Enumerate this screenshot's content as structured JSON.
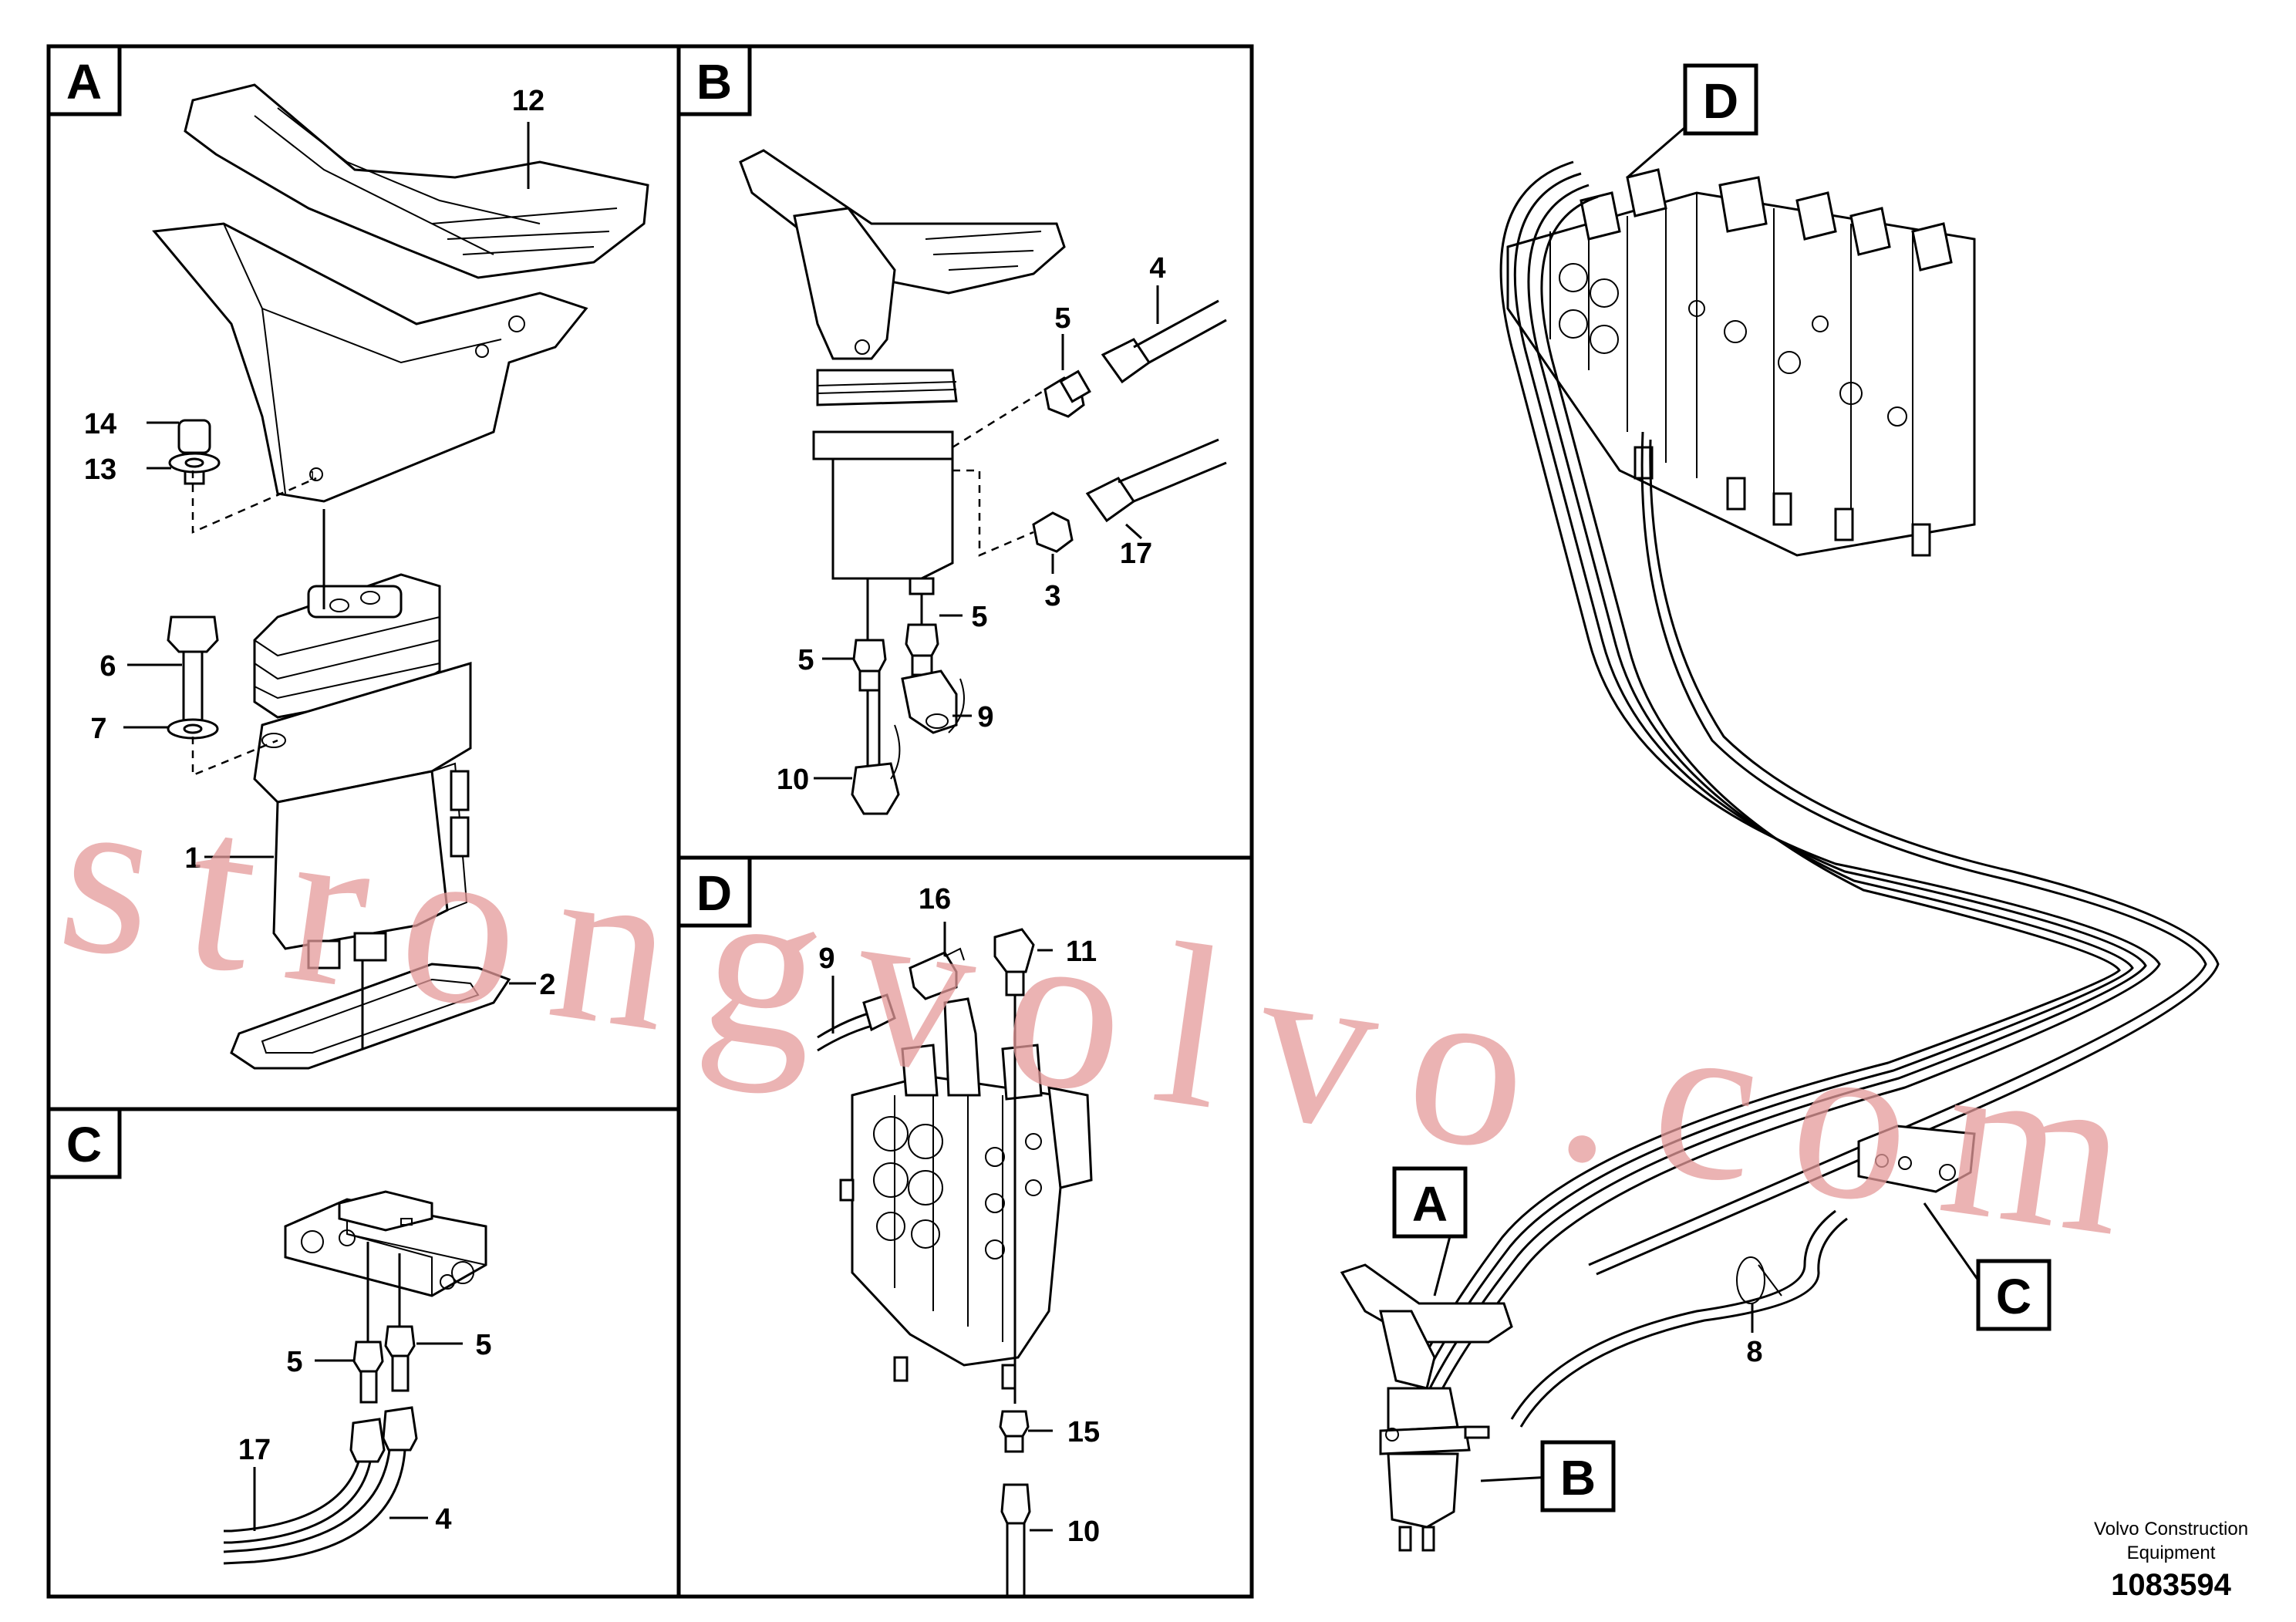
{
  "panels": {
    "a": {
      "tag": "A",
      "callouts": {
        "n12": "12",
        "n14": "14",
        "n13": "13",
        "n6": "6",
        "n7": "7",
        "n1": "1",
        "n2": "2"
      }
    },
    "b": {
      "tag": "B",
      "callouts": {
        "n4": "4",
        "n5a": "5",
        "n17": "17",
        "n3": "3",
        "n5b": "5",
        "n5c": "5",
        "n9": "9",
        "n10": "10"
      }
    },
    "c": {
      "tag": "C",
      "callouts": {
        "n5a": "5",
        "n5b": "5",
        "n17": "17",
        "n4": "4"
      }
    },
    "d": {
      "tag": "D",
      "callouts": {
        "n16": "16",
        "n11": "11",
        "n9": "9",
        "n15": "15",
        "n10": "10"
      }
    }
  },
  "overview": {
    "tags": {
      "d": "D",
      "a": "A",
      "c": "C",
      "b": "B"
    },
    "callouts": {
      "n8": "8"
    }
  },
  "watermark": "strongvolvo.com",
  "footer": {
    "brand_line1": "Volvo Construction",
    "brand_line2": "Equipment",
    "doc_number": "1083594"
  }
}
